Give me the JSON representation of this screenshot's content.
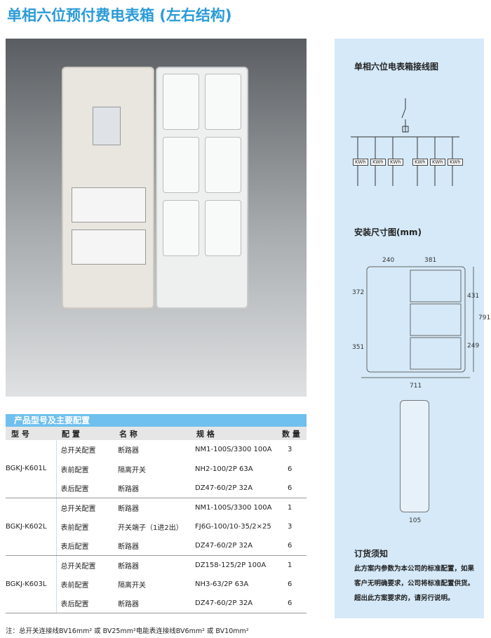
{
  "title": "单相六位预付费电表箱 (左右结构)",
  "wiring": {
    "title": "单相六位电表箱接线图",
    "meters": [
      "KWh",
      "KWh",
      "KWh",
      "KWh",
      "KWh",
      "KWh"
    ]
  },
  "install": {
    "title": "安装尺寸图(mm)",
    "dims": {
      "d240": "240",
      "d381": "381",
      "d372": "372",
      "d351": "351",
      "d431": "431",
      "d249": "249",
      "d791": "791",
      "d711": "711",
      "d105": "105"
    }
  },
  "table": {
    "section_title": "产品型号及主要配置",
    "headers": [
      "型 号",
      "配 置",
      "名 称",
      "规 格",
      "数 量"
    ],
    "groups": [
      {
        "model": "BGKJ-K601L",
        "rows": [
          [
            "总开关配置",
            "断路器",
            "NM1-100S/3300 100A",
            "3"
          ],
          [
            "表前配置",
            "隔离开关",
            "NH2-100/2P 63A",
            "6"
          ],
          [
            "表后配置",
            "断路器",
            "DZ47-60/2P 32A",
            "6"
          ]
        ]
      },
      {
        "model": "BGKJ-K602L",
        "rows": [
          [
            "总开关配置",
            "断路器",
            "NM1-100S/3300 100A",
            "1"
          ],
          [
            "表前配置",
            "开关端子（1进2出）",
            "FJ6G-100/10-35/2×25",
            "3"
          ],
          [
            "表后配置",
            "断路器",
            "DZ47-60/2P 32A",
            "6"
          ]
        ]
      },
      {
        "model": "BGKJ-K603L",
        "rows": [
          [
            "总开关配置",
            "断路器",
            "DZ158-125/2P 100A",
            "1"
          ],
          [
            "表前配置",
            "隔离开关",
            "NH3-63/2P  63A",
            "6"
          ],
          [
            "表后配置",
            "断路器",
            "DZ47-60/2P  32A",
            "6"
          ]
        ]
      }
    ]
  },
  "note": "注：总开关连接线BV16mm² 或 BV25mm²电能表连接线BV6mm² 或 BV10mm²",
  "order": {
    "title": "订货须知",
    "text": "此方案内参数为本公司的标准配置，如果客户无明确要求，公司将标准配置供货。超出此方案要求的，请另行说明。"
  }
}
